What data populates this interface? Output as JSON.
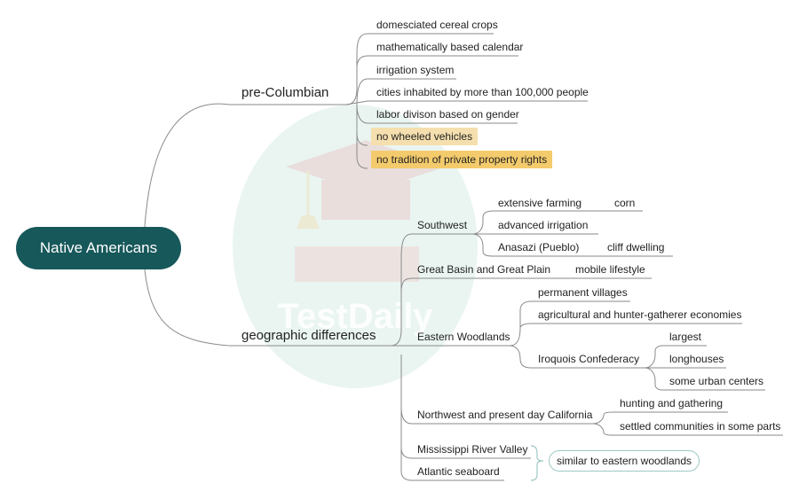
{
  "root": {
    "label": "Native Americans"
  },
  "watermark": {
    "text": "TestDaily"
  },
  "precolumbian": {
    "label": "pre-Columbian",
    "items": [
      "domesciated cereal crops",
      "mathematically based calendar",
      "irrigation system",
      "cities inhabited by more than 100,000 people",
      "labor divison based on gender",
      "no wheeled vehicles",
      "no tradition of private property rights"
    ]
  },
  "geographic": {
    "label": "geographic differences",
    "southwest": {
      "label": "Southwest",
      "items": [
        "extensive farming",
        "advanced irrigation",
        "Anasazi (Pueblo)"
      ],
      "subs": [
        "corn",
        "cliff dwelling"
      ]
    },
    "basin": {
      "label": "Great Basin and Great Plain",
      "sub": "mobile lifestyle"
    },
    "eastern": {
      "label": "Eastern Woodlands",
      "items": [
        "permanent villages",
        "agricultural and hunter-gatherer economies",
        "Iroquois Confederacy"
      ],
      "iroquois": [
        "largest",
        "longhouses",
        "some urban centers"
      ]
    },
    "northwest": {
      "label": "Northwest and present day California",
      "items": [
        "hunting and gathering",
        "settled communities in some parts"
      ]
    },
    "mississippi": {
      "label": "Mississippi River Valley"
    },
    "atlantic": {
      "label": "Atlantic seaboard"
    },
    "note": "similar to eastern woodlands"
  },
  "colors": {
    "root": "#17585a",
    "highlight_light": "#f5dfae",
    "highlight_dark": "#f4cb6c",
    "line": "#8a8a8a",
    "bubble_border": "#9fc9c5"
  }
}
